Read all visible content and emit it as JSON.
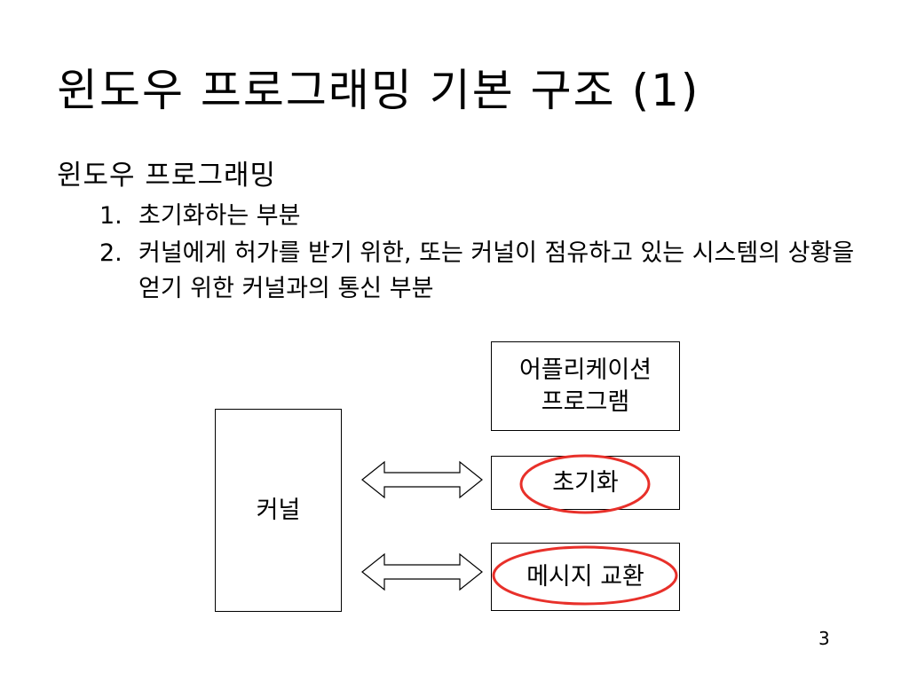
{
  "slide": {
    "title": "윈도우 프로그래밍 기본 구조 (1)",
    "heading": "윈도우 프로그래밍",
    "items": [
      {
        "num": "1.",
        "text": "초기화하는 부분"
      },
      {
        "num": "2.",
        "text": "커널에게 허가를 받기 위한, 또는 커널이 점유하고 있는 시스템의 상황을 얻기 위한 커널과의 통신 부분"
      }
    ],
    "diagram": {
      "app_label": "어플리케이션\n프로그램",
      "init_label": "초기화",
      "msg_label": "메시지 교환",
      "kernel_label": "커널",
      "highlight_color": "#e8302a"
    },
    "page_number": "3"
  }
}
